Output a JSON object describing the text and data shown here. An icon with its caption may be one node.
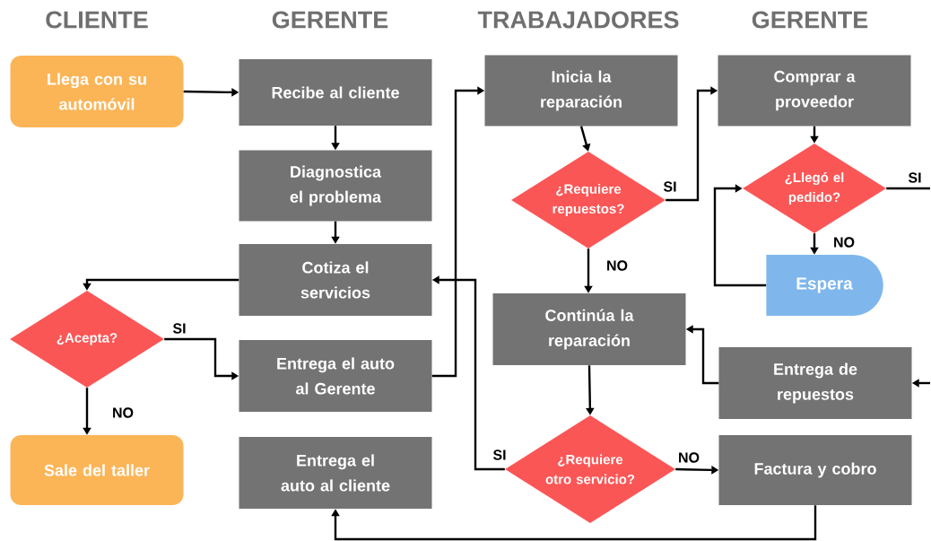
{
  "diagram": {
    "nodes": [
      {
        "text": [
          "Llega con su automóvil"
        ]
      },
      {
        "text": [
          "Recibe al cliente"
        ]
      },
      {
        "text": [
          "Diagnostica el problema"
        ]
      },
      {
        "text": [
          "Cotiza el servicios"
        ]
      },
      {
        "text": [
          "¿Acepta?"
        ]
      },
      {
        "text": [
          "Entrega el auto al Gerente"
        ]
      },
      {
        "text": [
          "Sale del taller"
        ]
      },
      {
        "text": [
          "Entrega el auto al cliente"
        ]
      },
      {
        "text": [
          "Inicia la reparación"
        ]
      },
      {
        "text": [
          "¿Requiere repuestos?"
        ]
      },
      {
        "text": [
          "Continúa la reparación"
        ]
      },
      {
        "text": [
          "¿Requiere otro servicio?"
        ]
      },
      {
        "text": [
          "Comprar a proveedor"
        ]
      },
      {
        "text": [
          "¿Llegó el pedido?"
        ]
      },
      {
        "text": [
          "Espera"
        ]
      },
      {
        "text": [
          "Entrega de repuestos"
        ]
      },
      {
        "text": [
          "Factura y cobro"
        ]
      }
    ],
    "edges": [
      {
        "from": 0,
        "to": 1,
        "arrow": "to"
      },
      {
        "from": 1,
        "to": 2,
        "arrow": "to"
      },
      {
        "from": 2,
        "to": 3,
        "arrow": "to"
      },
      {
        "from": 3,
        "to": 4,
        "arrow": "to"
      },
      {
        "from": 4,
        "to": 5,
        "arrow": "to",
        "label": "SI"
      },
      {
        "from": 4,
        "to": 6,
        "arrow": "to",
        "label": "NO"
      },
      {
        "from": 5,
        "to": 8,
        "arrow": "to"
      },
      {
        "from": 8,
        "to": 9,
        "arrow": "to"
      },
      {
        "from": 9,
        "to": 12,
        "arrow": "to",
        "label": "SI"
      },
      {
        "from": 9,
        "to": 10,
        "arrow": "to",
        "label": "NO"
      },
      {
        "from": 10,
        "to": 11,
        "arrow": "to"
      },
      {
        "from": 11,
        "to": 3,
        "arrow": "to",
        "label": "SI"
      },
      {
        "from": 11,
        "to": 16,
        "arrow": "to",
        "label": "NO"
      },
      {
        "from": 16,
        "to": 7,
        "arrow": "to"
      },
      {
        "from": 12,
        "to": 13,
        "arrow": "to"
      },
      {
        "from": 13,
        "to": 14,
        "arrow": "to",
        "label": "NO"
      },
      {
        "from": 14,
        "to": 13,
        "arrow": "to"
      },
      {
        "from": 13,
        "to": null,
        "arrow": "none",
        "label": "SI"
      },
      {
        "from": null,
        "to": 15,
        "arrow": "to"
      },
      {
        "from": 15,
        "to": 10,
        "arrow": "to"
      }
    ],
    "labels": [
      "CLIENTE",
      "GERENTE",
      "TRABAJADORES",
      "GERENTE"
    ]
  }
}
